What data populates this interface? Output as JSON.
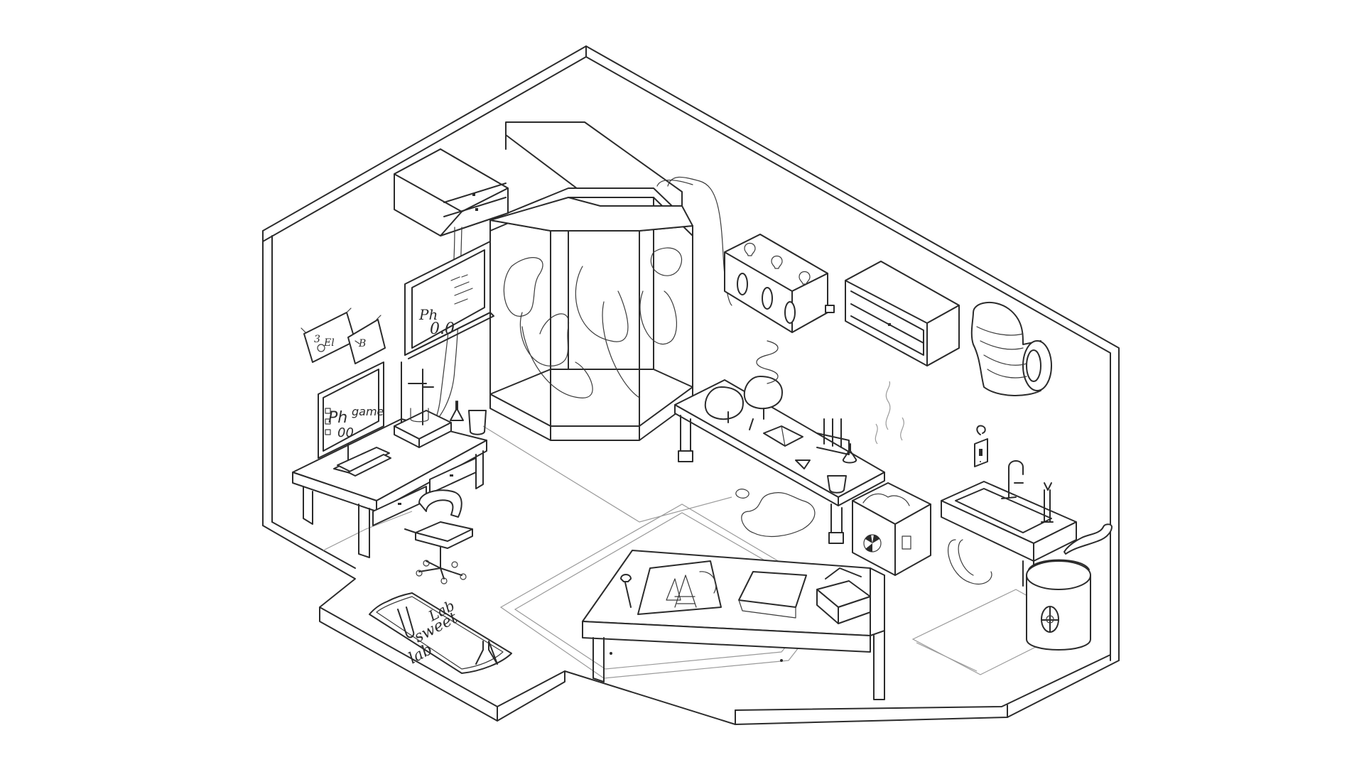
{
  "scene": {
    "type": "isometric lab room line-art"
  },
  "monitor": {
    "ph_label": "Ph",
    "game_label": "game",
    "digits": "00"
  },
  "whiteboard": {
    "ph_label": "Ph",
    "digits": "0.0"
  },
  "poster": {
    "labels": [
      "3",
      "El",
      "B"
    ]
  },
  "doormat": {
    "line1": "Lab",
    "line2": "sweet",
    "line3": "lab"
  },
  "icons": [
    "wrench-icon",
    "radiation-icon",
    "flask-icon",
    "test-tube-icon",
    "beaker-icon",
    "book-icon",
    "toolbox-icon",
    "faucet-icon",
    "light-switch-icon"
  ]
}
